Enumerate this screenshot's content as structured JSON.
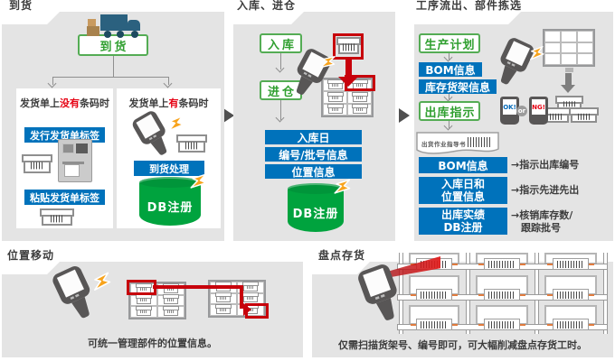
{
  "colors": {
    "panel_bg": "#e4e4e4",
    "accent_green_border": "#54ac54",
    "accent_green_text": "#2f9f2f",
    "accent_blue": "#0072bb",
    "db_green": "#00a33e",
    "alert_red": "#c7000b",
    "red_text": "#e60012",
    "bolt_orange": "#f7a31c"
  },
  "panels": {
    "arrival": {
      "title": "到货",
      "button": "到货",
      "no_barcode": {
        "heading_pre": "发货单上",
        "heading_em": "没有",
        "heading_post": "条码时",
        "issue_label": "发行发货单标签",
        "paste_label": "粘贴发货单标签"
      },
      "has_barcode": {
        "heading_pre": "发货单上",
        "heading_em": "有",
        "heading_post": "条码时",
        "process_label": "到货处理",
        "db_label": "DB注册"
      }
    },
    "warehousing": {
      "title": "入库、进仓",
      "inbound_button": "入库",
      "storing_button": "进仓",
      "info_labels": [
        "入库日",
        "编号/批号信息",
        "位置信息"
      ],
      "db_label": "DB注册"
    },
    "process": {
      "title": "工序流出、部件拣选",
      "plan_button": "生产计划",
      "bom_label": "BOM信息",
      "shelf_label": "库存货架信息",
      "instruction_button": "出库指示",
      "slip_text": "出货作业指导书",
      "ok": "OK!",
      "ng": "NG!",
      "or": "or",
      "rows": [
        {
          "label1": "BOM信息",
          "label2": "",
          "note1": "→指示出库编号",
          "note2": ""
        },
        {
          "label1": "入库日和",
          "label2": "位置信息",
          "note1": "→指示先进先出",
          "note2": ""
        },
        {
          "label1": "出库实绩",
          "label2": "DB注册",
          "note1": "→核销库存数/",
          "note2": "跟踪批号"
        }
      ]
    },
    "relocation": {
      "title": "位置移动",
      "caption": "可统一管理部件的位置信息。"
    },
    "stocktaking": {
      "title": "盘点存货",
      "caption": "仅需扫描货架号、编号即可，可大幅削减盘点存货工时。"
    }
  }
}
